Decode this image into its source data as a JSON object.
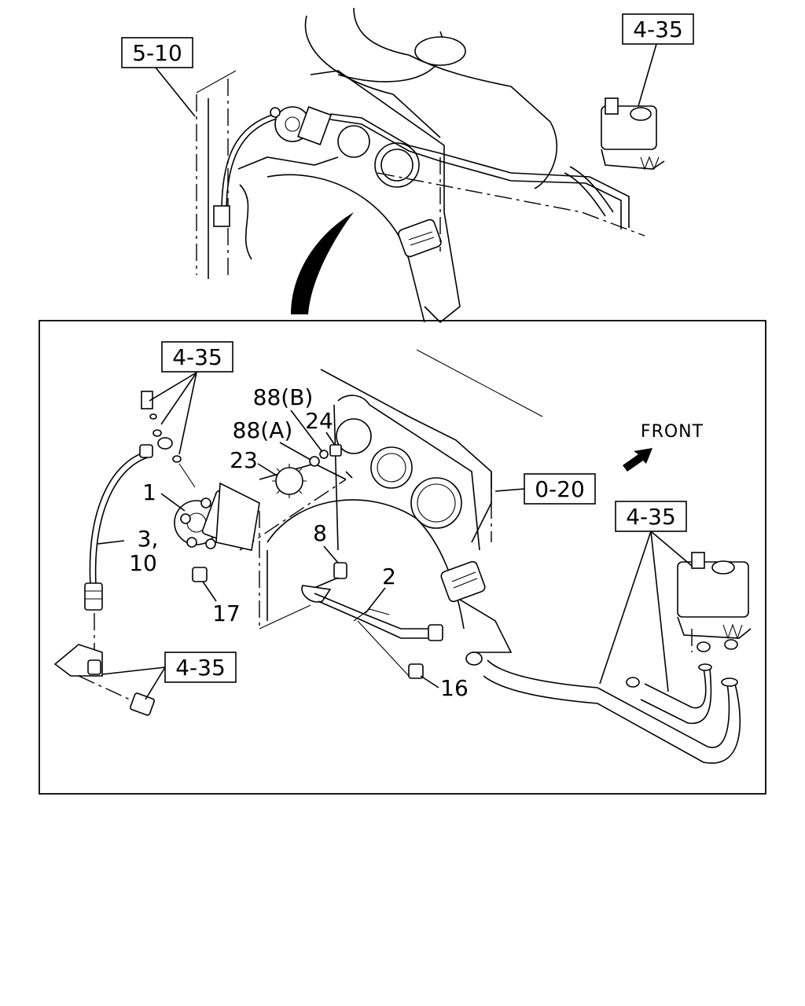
{
  "diagram": {
    "overview_refs": {
      "ref_5_10": "5-10",
      "ref_4_35_top": "4-35"
    },
    "detail_refs": {
      "ref_4_35_a": "4-35",
      "ref_0_20": "0-20",
      "ref_4_35_b": "4-35",
      "ref_4_35_c": "4-35"
    },
    "part_numbers": {
      "p1": "1",
      "p2": "2",
      "p3": "3,",
      "p10": "10",
      "p8": "8",
      "p16": "16",
      "p17": "17",
      "p23": "23",
      "p24": "24",
      "p88a": "88(A)",
      "p88b": "88(B)"
    },
    "front_label": "FRONT"
  }
}
